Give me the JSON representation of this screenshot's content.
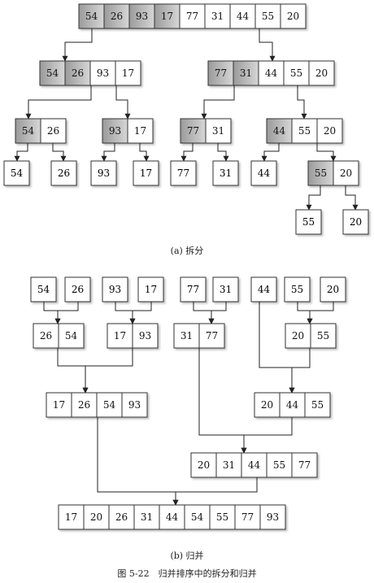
{
  "split": {
    "caption": "(a) 拆分",
    "level0": [
      "54",
      "26",
      "93",
      "17",
      "77",
      "31",
      "44",
      "55",
      "20"
    ],
    "level1_left": [
      "54",
      "26",
      "93",
      "17"
    ],
    "level1_right": [
      "77",
      "31",
      "44",
      "55",
      "20"
    ],
    "level2_a": [
      "54",
      "26"
    ],
    "level2_b": [
      "93",
      "17"
    ],
    "level2_c": [
      "77",
      "31"
    ],
    "level2_d": [
      "44",
      "55",
      "20"
    ],
    "level3_singles": [
      "54",
      "26",
      "93",
      "17",
      "77",
      "31",
      "44"
    ],
    "level3_pair": [
      "55",
      "20"
    ],
    "level4_singles": [
      "55",
      "20"
    ]
  },
  "merge": {
    "caption": "(b) 归并",
    "singles": [
      "54",
      "26",
      "93",
      "17",
      "77",
      "31",
      "44",
      "55",
      "20"
    ],
    "pair_a": [
      "26",
      "54"
    ],
    "pair_b": [
      "17",
      "93"
    ],
    "pair_c": [
      "31",
      "77"
    ],
    "pair_d": [
      "20",
      "55"
    ],
    "four": [
      "17",
      "26",
      "54",
      "93"
    ],
    "three": [
      "20",
      "44",
      "55"
    ],
    "five": [
      "20",
      "31",
      "44",
      "55",
      "77"
    ],
    "final": [
      "17",
      "20",
      "26",
      "31",
      "44",
      "54",
      "55",
      "77",
      "93"
    ]
  },
  "figure_caption": "图 5-22　归并排序中的拆分和归并",
  "colors": {
    "shaded_cell": "#b9b9b9",
    "plain_cell": "#ffffff",
    "border": "#333333",
    "line": "#222222"
  }
}
